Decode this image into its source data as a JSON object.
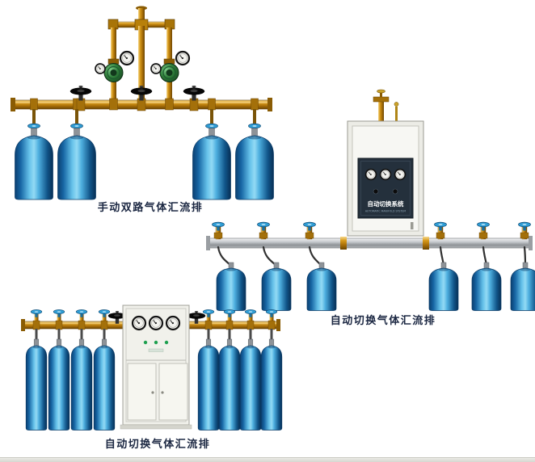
{
  "page": {
    "background": "#ffffff",
    "caption_color": "#1b2742"
  },
  "products": {
    "manual_dual": {
      "caption": "手动双路气体汇流排"
    },
    "auto_switch_wall": {
      "caption": "自动切换气体汇流排",
      "cabinet_label": "自动切换系统",
      "cabinet_sublabel": "AUTOMATIC MANIFOLD SYSTEM"
    },
    "auto_switch_floor": {
      "caption": "自动切换气体汇流排"
    }
  },
  "colors": {
    "brass": "#c8860a",
    "cylinder_blue": "#1e6fae",
    "silver_pipe": "#b9bdc1",
    "regulator_green": "#2f7d3a",
    "panel_navy": "#24303c"
  }
}
